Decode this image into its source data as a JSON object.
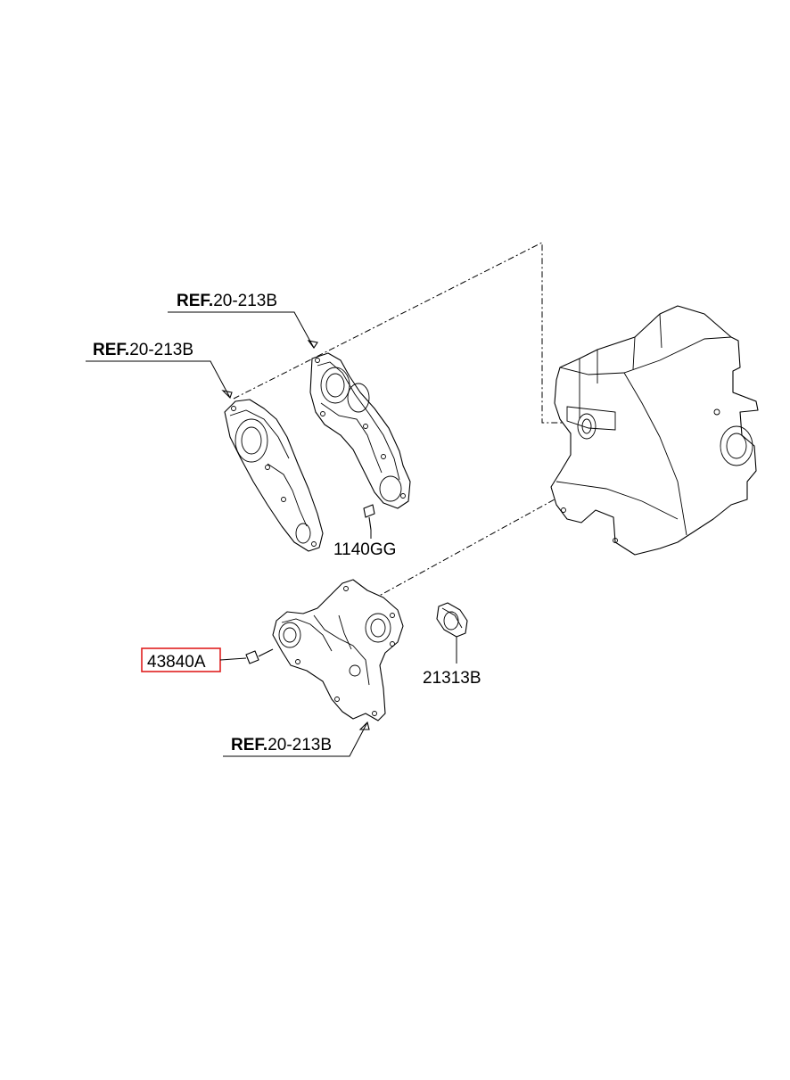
{
  "labels": {
    "ref_prefix": "REF.",
    "ref_upper_code": "20-213B",
    "ref_left_code": "20-213B",
    "ref_lower_code": "20-213B",
    "bolt_upper": "1140GG",
    "bolt_left": "43840A",
    "seal": "21313B"
  },
  "colors": {
    "highlight": "#e02020",
    "ink": "#000000",
    "background": "#ffffff"
  }
}
